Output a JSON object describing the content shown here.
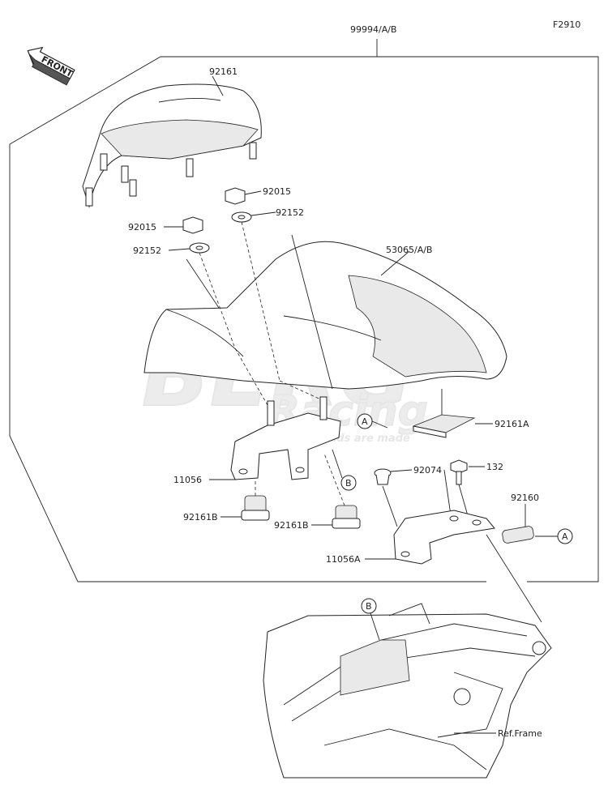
{
  "figure_code": "F2910",
  "front_label": "FRONT",
  "watermark": {
    "brand_top": "BERG",
    "brand_bottom": "Racing",
    "tagline": "...where legends are made"
  },
  "callouts": {
    "kit": "99994/A/B",
    "cover_top": "92161",
    "nut_right": "92015",
    "washer_right": "92152",
    "nut_left": "92015",
    "washer_left": "92152",
    "cowl": "53065/A/B",
    "pad_right": "92161A",
    "bolt": "132",
    "grommet": "92074",
    "bracket": "11056",
    "damper_left": "92161B",
    "damper_mid": "92161B",
    "pad_small": "92160",
    "bracket_a": "11056A",
    "frame_ref": "Ref.Frame",
    "ref_a": "A",
    "ref_b": "B"
  }
}
